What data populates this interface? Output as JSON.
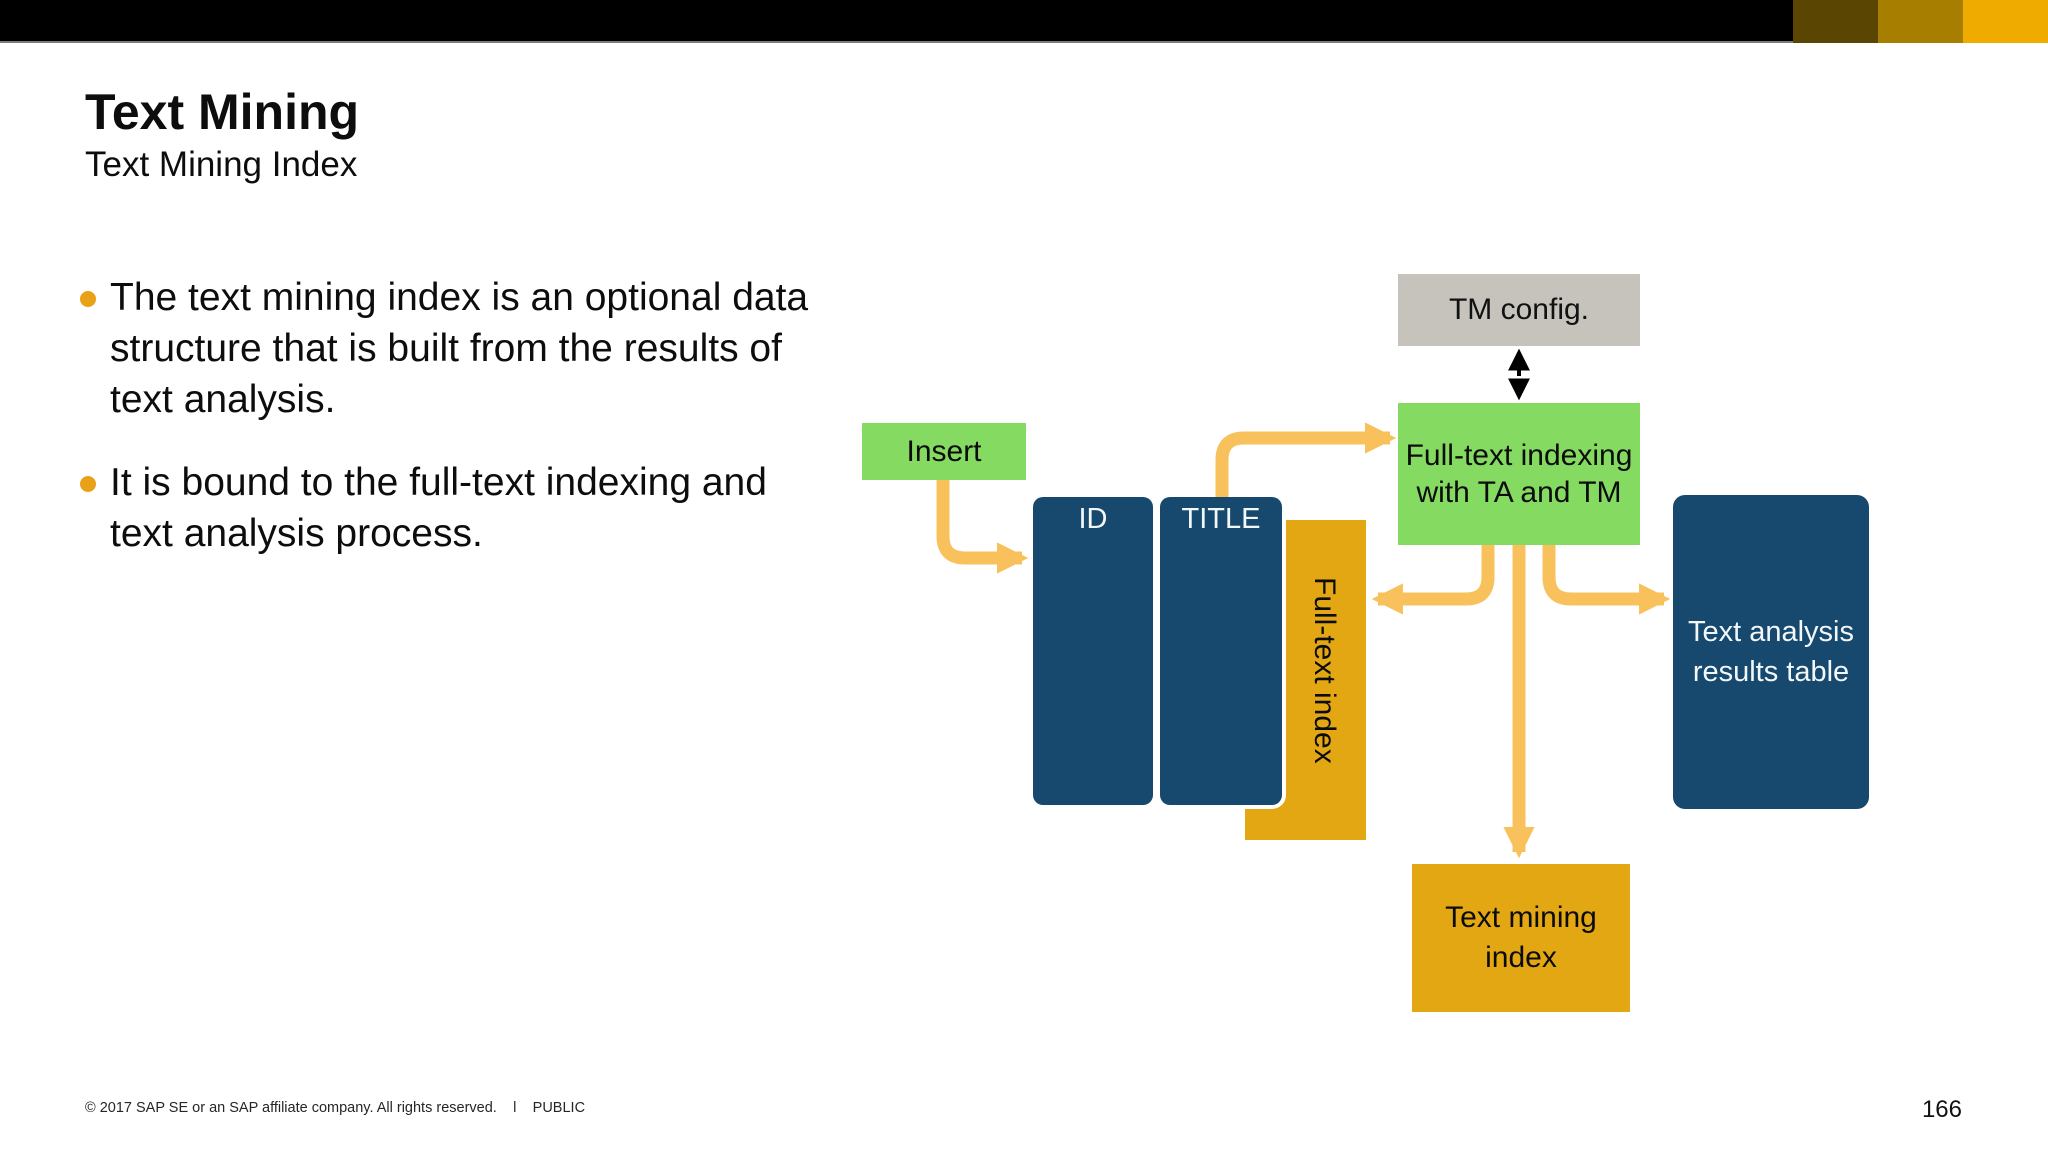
{
  "slide": {
    "title": "Text Mining",
    "subtitle": "Text Mining Index",
    "bullets": [
      "The text mining index is an optional data structure that is built from the results of text analysis.",
      "It is bound to the full-text indexing and text analysis process."
    ],
    "footer": {
      "copyright": "© 2017 SAP SE or an SAP affiliate company. All rights reserved.",
      "separator": "ǀ",
      "classification": "PUBLIC",
      "page_number": "166"
    }
  },
  "diagram": {
    "tm_config_label": "TM config.",
    "full_text_indexing_label": "Full-text indexing with TA and TM",
    "insert_label": "Insert",
    "id_column_label": "ID",
    "title_column_label": "TITLE",
    "full_text_index_label": "Full-text index",
    "text_analysis_results_label": "Text analysis results table",
    "text_mining_index_label": "Text mining index"
  },
  "colors": {
    "top_bar": "#000000",
    "accent_dark_gold": "#5a4503",
    "accent_mid_gold": "#a87e00",
    "accent_bright_gold": "#f0ab00",
    "bullet_dot": "#e9a217",
    "box_gray": "#c6c3bd",
    "box_green": "#85da62",
    "box_dark_blue": "#17486d",
    "box_orange": "#e2a713",
    "arrow_orange": "#f8c15b",
    "arrow_black": "#000000"
  }
}
